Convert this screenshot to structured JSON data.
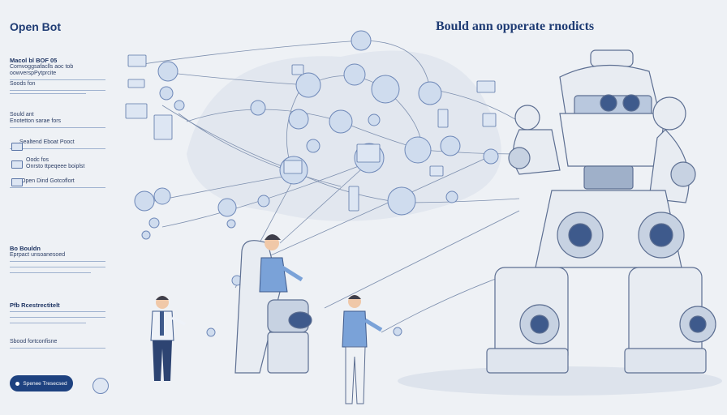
{
  "header": {
    "brand": "Open Bot",
    "headline": "Bould ann opperate rnodicts"
  },
  "sidebar": {
    "block1": {
      "line1": "Macol bl BOF 05",
      "line2": "Comvoggsafaclls aoc tob",
      "line3": "oowverspPytprcite"
    },
    "block2": {
      "title": "Soods fon"
    },
    "block3": {
      "title": "Sould ant",
      "line": "Enotetton sarae fors"
    },
    "block4": {
      "title": "Sealtend Eboat Pooct"
    },
    "block5": {
      "title": "Oodc fos",
      "line": "Onrsto ttpeqeee boiplst"
    },
    "block6": {
      "title": "Open Dind Gotcoflort"
    },
    "block7": {
      "title": "Bo Bouldn",
      "line": "Eprpact unsoanesoed"
    },
    "block8": {
      "title": "Pfb Rcestrectitelt"
    },
    "block9": {
      "title": "Sbood fortconfisne"
    }
  },
  "cta": {
    "label": "Spenee Tresecsed"
  },
  "colors": {
    "accent": "#1e4280",
    "robot_body": "#e8ecf2",
    "node_fill": "#cfdcee",
    "line": "#7d8fae"
  }
}
